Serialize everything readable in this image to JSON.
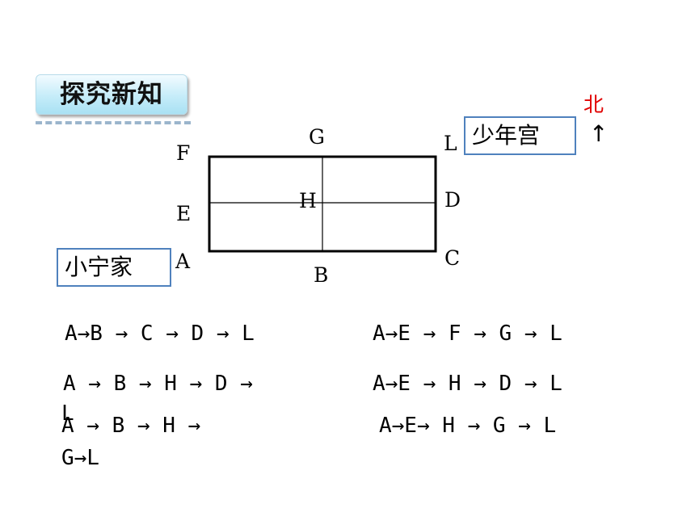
{
  "header": {
    "title": "探究新知"
  },
  "compass": {
    "north_label": "北",
    "arrow": "↑"
  },
  "places": {
    "home": "小宁家",
    "palace": "少年宫"
  },
  "points": {
    "A": "A",
    "B": "B",
    "C": "C",
    "D": "D",
    "E": "E",
    "F": "F",
    "G": "G",
    "H": "H",
    "L": "L"
  },
  "routes": {
    "r1": "A→B → C → D → L",
    "r2": "A→E → F → G → L",
    "r3": "A → B → H → D →",
    "r3b": "L",
    "r4": "A→E → H → D → L",
    "r5": "A → B → H →",
    "r5b": "G→L",
    "r6": "A→E→ H → G → L"
  }
}
